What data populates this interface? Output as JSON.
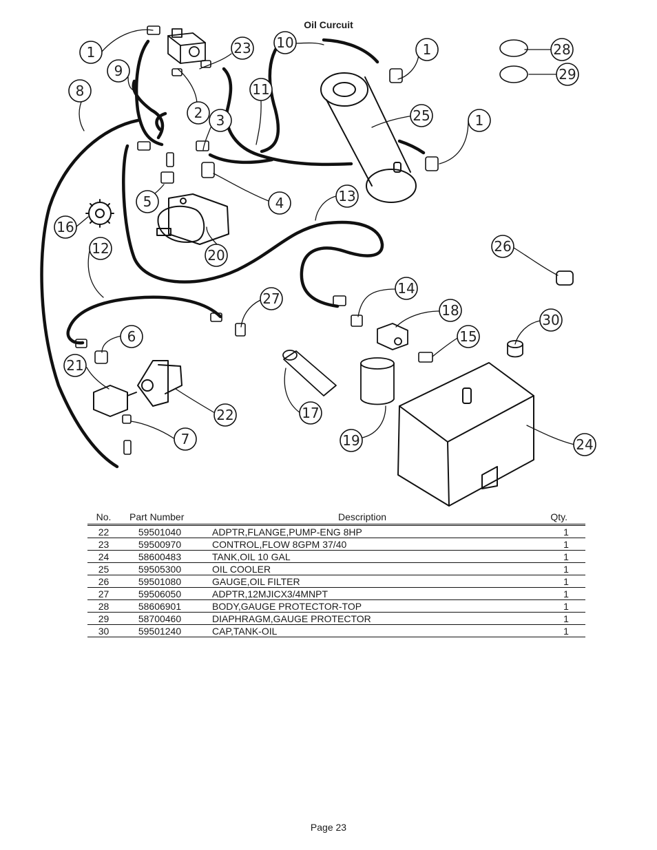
{
  "title": "Oil Curcuit",
  "callouts": [
    "1",
    "9",
    "8",
    "23",
    "10",
    "1",
    "28",
    "29",
    "11",
    "2",
    "3",
    "25",
    "1",
    "4",
    "5",
    "13",
    "16",
    "20",
    "26",
    "12",
    "27",
    "14",
    "18",
    "6",
    "15",
    "30",
    "21",
    "22",
    "17",
    "7",
    "19",
    "24"
  ],
  "table": {
    "headers": {
      "no": "No.",
      "part": "Part Number",
      "desc": "Description",
      "qty": "Qty."
    },
    "rows": [
      {
        "no": "22",
        "part": "59501040",
        "desc": "ADPTR,FLANGE,PUMP-ENG 8HP",
        "qty": "1"
      },
      {
        "no": "23",
        "part": "59500970",
        "desc": "CONTROL,FLOW 8GPM 37/40",
        "qty": "1"
      },
      {
        "no": "24",
        "part": "58600483",
        "desc": "TANK,OIL 10 GAL",
        "qty": "1"
      },
      {
        "no": "25",
        "part": "59505300",
        "desc": "OIL COOLER",
        "qty": "1"
      },
      {
        "no": "26",
        "part": "59501080",
        "desc": "GAUGE,OIL FILTER",
        "qty": "1"
      },
      {
        "no": "27",
        "part": "59506050",
        "desc": "ADPTR,12MJICX3/4MNPT",
        "qty": "1"
      },
      {
        "no": "28",
        "part": "58606901",
        "desc": "BODY,GAUGE PROTECTOR-TOP",
        "qty": "1"
      },
      {
        "no": "29",
        "part": "58700460",
        "desc": "DIAPHRAGM,GAUGE PROTECTOR",
        "qty": "1"
      },
      {
        "no": "30",
        "part": "59501240",
        "desc": "CAP,TANK-OIL",
        "qty": "1"
      }
    ]
  },
  "footer": "Page 23"
}
